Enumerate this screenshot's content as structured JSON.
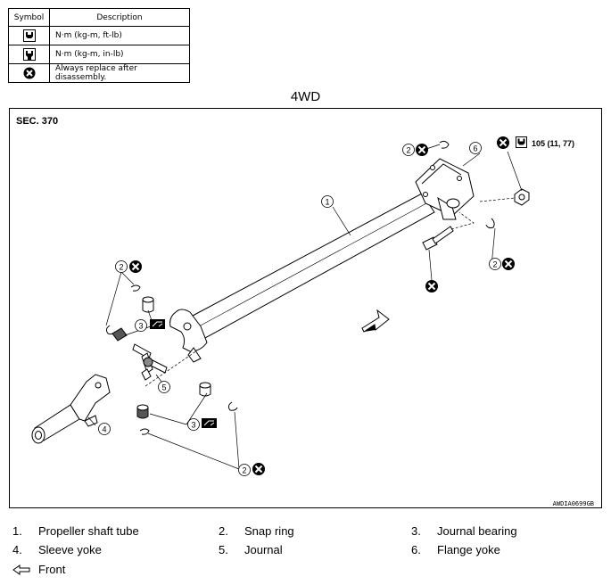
{
  "legend": {
    "header_symbol": "Symbol",
    "header_description": "Description",
    "rows": [
      {
        "icon": "torque-wrench-icon",
        "description": "N·m (kg-m, ft-lb)"
      },
      {
        "icon": "torque-wrench-small-icon",
        "description": "N·m (kg-m, in-lb)"
      },
      {
        "icon": "always-replace-icon",
        "description": "Always replace after disassembly."
      }
    ]
  },
  "variant": "4WD",
  "diagram": {
    "section": "SEC. 370",
    "torque": "105 (11, 77)",
    "figure_code": "AWDIA0699GB",
    "callouts": [
      "1",
      "2",
      "2",
      "2",
      "2",
      "3",
      "3",
      "4",
      "5",
      "6"
    ]
  },
  "parts": [
    {
      "num": "1.",
      "name": "Propeller shaft tube"
    },
    {
      "num": "2.",
      "name": "Snap ring"
    },
    {
      "num": "3.",
      "name": "Journal bearing"
    },
    {
      "num": "4.",
      "name": "Sleeve yoke"
    },
    {
      "num": "5.",
      "name": "Journal"
    },
    {
      "num": "6.",
      "name": "Flange yoke"
    }
  ],
  "front_label": "Front",
  "colors": {
    "ink": "#000000",
    "background": "#ffffff"
  }
}
